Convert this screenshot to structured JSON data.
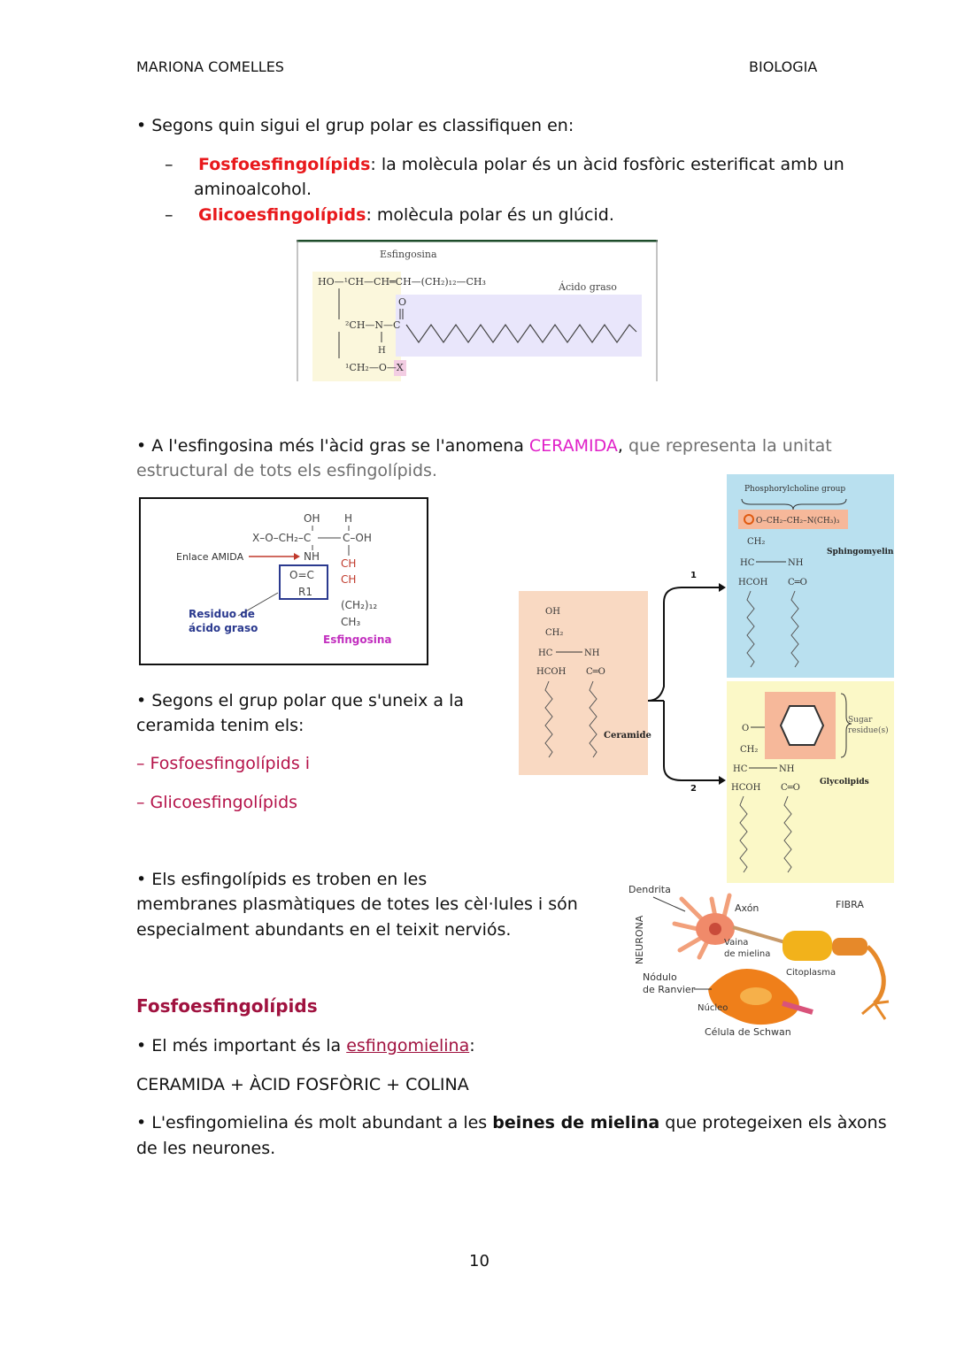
{
  "header": {
    "author": "MARIONA COMELLES",
    "subject": "BIOLOGIA"
  },
  "section1": {
    "intro": "• Segons quin sigui el grup polar es classifiquen en:",
    "items": [
      {
        "dash": "–",
        "term": "Fosfoesfingolípids",
        "rest": ": la molècula polar és un àcid fosfòric esterificat amb un",
        "rest2": "aminoalcohol."
      },
      {
        "dash": "–",
        "term": "Glicoesfingolípids",
        "rest": ": molècula polar és un glúcid."
      }
    ]
  },
  "figure1": {
    "label_sphingosine": "Esfingosina",
    "label_fatty_acid": "Ácido graso",
    "row1": "HO—¹CH—CH═CH—(CH₂)₁₂—CH₃",
    "row2": "²CH—N—C",
    "o_label": "O",
    "h_label": "H",
    "row3": "¹CH₂—O—X"
  },
  "section2": {
    "bullet": "• A l'esfingosina més l'àcid gras se l'anomena ",
    "ceramide_word": "CERAMIDA",
    "comma": ",",
    "gray_rest": " que representa la unitat",
    "gray_line2": "estructural de tots els esfingolípids."
  },
  "figure2": {
    "enlace": "Enlace AMIDA",
    "residuo_1": "Residuo de",
    "residuo_2": "ácido graso",
    "esfingosina": "Esfingosina",
    "oh": "OH",
    "h": "H",
    "xoch": "X–O–CH₂–C",
    "coh": "C–OH",
    "nh": "NH",
    "oc": "O=C",
    "r1": "R1",
    "ch1": "CH",
    "ch2": "CH",
    "ch2_12": "(CH₂)₁₂",
    "ch3": "CH₃"
  },
  "figure3": {
    "phosphorylcholine": "Phosphorylcholine group",
    "choline_formula": "O–CH₂–CH₂–N(CH₃)₃",
    "sphingomyelin": "Sphingomyelin",
    "ceramide": "Ceramide",
    "sugar": "Sugar",
    "sugar2": "residue(s)",
    "glycolipids": "Glycolipids",
    "arrow1": "1",
    "arrow2": "2",
    "oh": "OH",
    "o": "O",
    "ch2": "CH₂",
    "hc": "HC",
    "nh": "NH",
    "hcoh": "HCOH",
    "co": "C═O"
  },
  "section3": {
    "line1": "• Segons el grup polar que s'uneix a la",
    "line2": "ceramida tenim els:",
    "item1": "– Fosfoesfingolípids i",
    "item2": "– Glicoesfingolípids"
  },
  "section4": {
    "line1": "• Els esfingolípids es troben en les",
    "line2": "membranes plasmàtiques de totes les cèl·lules i són",
    "line3": "especialment abundants en el teixit nerviós."
  },
  "figure4": {
    "dendrita": "Dendrita",
    "axon": "Axón",
    "fibra": "FIBRA",
    "neurona": "NEURONA",
    "vaina1": "Vaina",
    "vaina2": "de mielina",
    "nodulo1": "Nódulo",
    "nodulo2": "de Ranvier",
    "citoplasma": "Citoplasma",
    "nucleo": "Núcleo",
    "schwan": "Célula de Schwan"
  },
  "section5": {
    "heading": "Fosfoesfingolípids",
    "bullet_pre": "• El més important és la ",
    "bullet_link": "esfingomielina",
    "bullet_post": ":",
    "formula": "CERAMIDA + ÀCID FOSFÒRIC + COLINA",
    "last_pre": "• L'esfingomielina és molt abundant a les ",
    "last_bold": "beines de mielina",
    "last_post": " que protegeixen els àxons",
    "last_line2": "de les neurones."
  },
  "footer": {
    "page_number": "10"
  },
  "colors": {
    "red_term": "#e8191c",
    "magenta": "#e020c8",
    "crimson": "#b5134a",
    "gray": "#6f6f6f"
  }
}
